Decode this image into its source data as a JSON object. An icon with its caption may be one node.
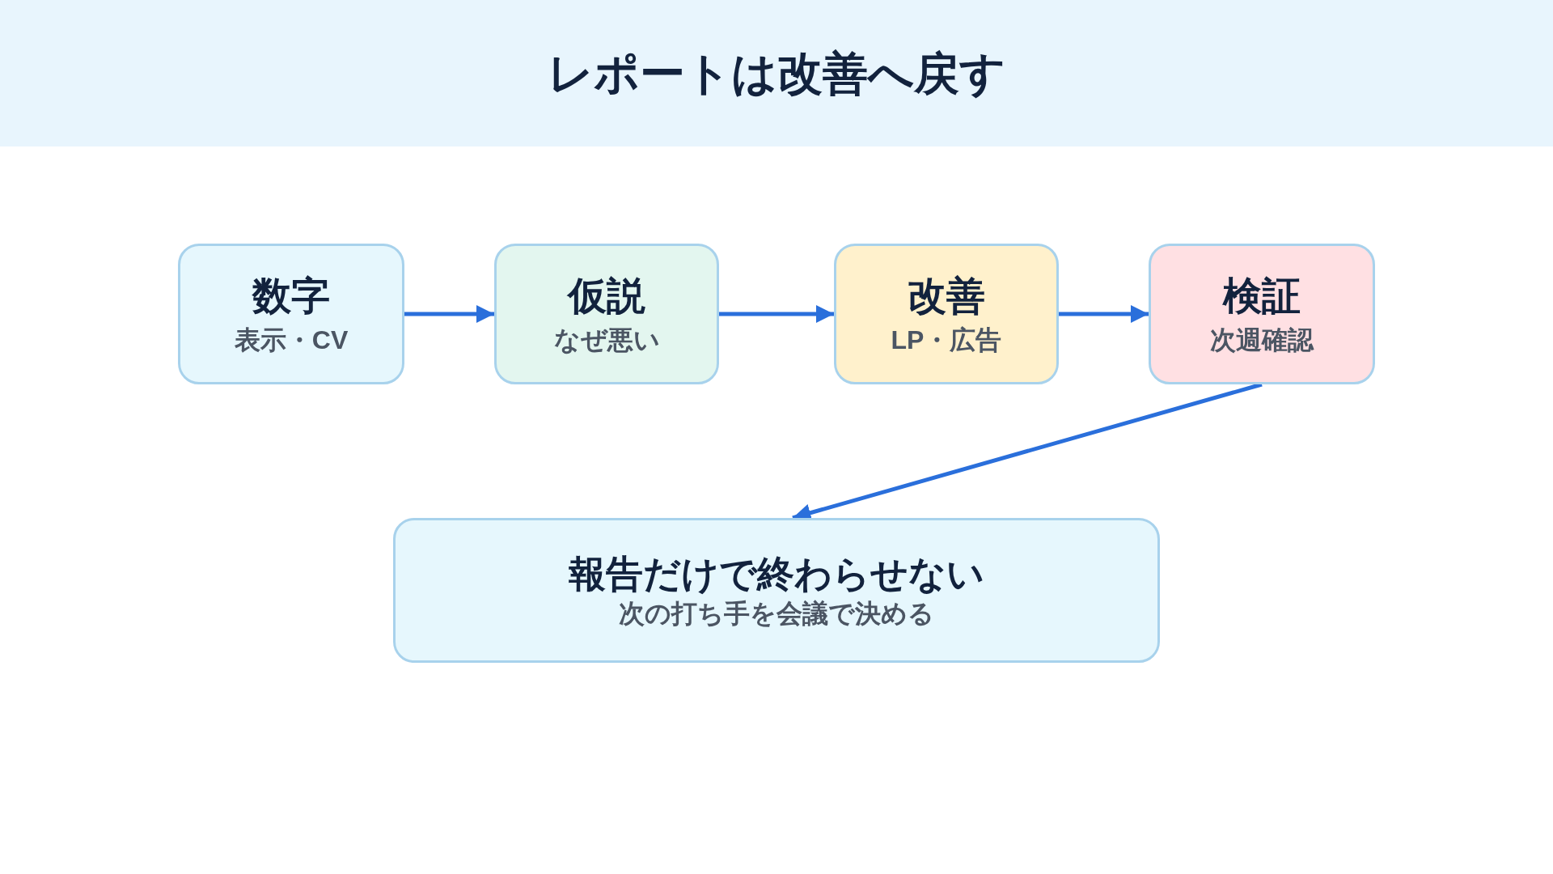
{
  "diagram": {
    "title": "レポートは改善へ戻す",
    "nodes": [
      {
        "text": [
          "数字",
          "表示・CV"
        ]
      },
      {
        "text": [
          "仮説",
          "なぜ悪い"
        ]
      },
      {
        "text": [
          "改善",
          "LP・広告"
        ]
      },
      {
        "text": [
          "検証",
          "次週確認"
        ]
      },
      {
        "text": [
          "報告だけで終わらせない",
          "次の打ち手を会議で決める"
        ]
      }
    ],
    "edges": [
      {
        "from": 0,
        "to": 1,
        "arrow": "to"
      },
      {
        "from": 1,
        "to": 2,
        "arrow": "to"
      },
      {
        "from": 2,
        "to": 3,
        "arrow": "to"
      },
      {
        "from": 3,
        "to": 4,
        "arrow": "to"
      }
    ]
  }
}
